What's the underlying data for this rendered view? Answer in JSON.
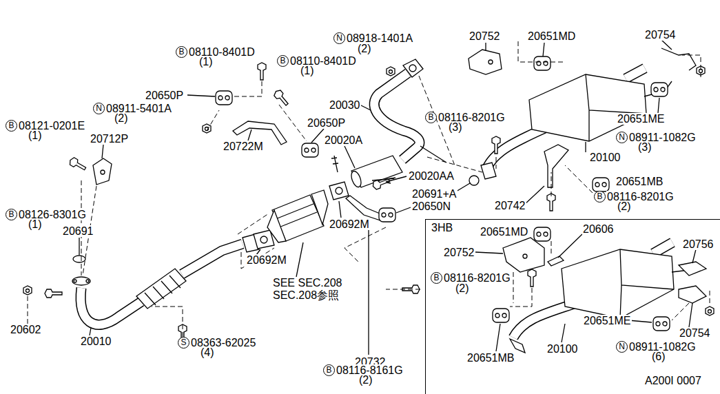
{
  "diagram": {
    "nodes": [
      {
        "text": [
          "3HB"
        ]
      }
    ],
    "labels": [
      "B",
      "08110-8401D",
      "(1)",
      "B",
      "08110-8401D",
      "(1)",
      "N",
      "08918-1401A",
      "(2)",
      "20752",
      "20651MD",
      "20754",
      "20650P",
      "N",
      "08911-5401A",
      "(2)",
      "20030",
      "B",
      "08116-8201G",
      "(3)",
      "20651ME",
      "B",
      "08121-0201E",
      "(1)",
      "20650P",
      "N",
      "08911-1082G",
      "(3)",
      "20712P",
      "20722M",
      "20020A",
      "20100",
      "20020AA",
      "20651MB",
      "20691+A",
      "B",
      "08116-8201G",
      "(2)",
      "20742",
      "20650N",
      "B",
      "08126-8301G",
      "(1)",
      "20692M",
      "20651MD",
      "20606",
      "20691",
      "20752",
      "20756",
      "20692M",
      "SEE SEC.208",
      "SEC.208参照",
      "B",
      "08116-8201G",
      "(2)",
      "20602",
      "20651ME",
      "20754",
      "20010",
      "S",
      "08363-62025",
      "(4)",
      "20732",
      "20100",
      "20651MB",
      "N",
      "08911-1082G",
      "(6)",
      "B",
      "08116-8161G",
      "(2)",
      "A200I 0007"
    ]
  }
}
